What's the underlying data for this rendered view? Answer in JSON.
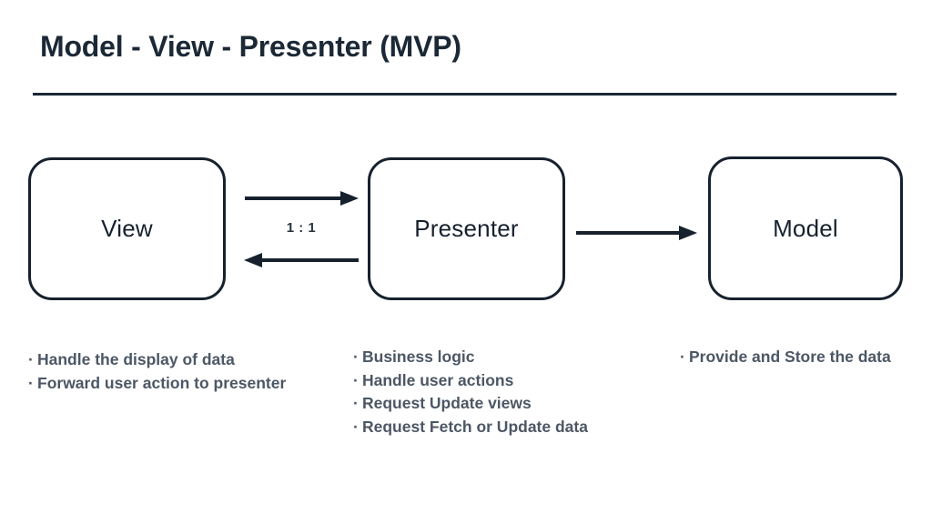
{
  "slide": {
    "title": "Model - View - Presenter (MVP)",
    "background_color": "#ffffff",
    "title_color": "#1b2836",
    "outline_color": "#17212e",
    "bullet_text_color": "#4c5765"
  },
  "nodes": [
    {
      "id": "view",
      "label": "View"
    },
    {
      "id": "presenter",
      "label": "Presenter"
    },
    {
      "id": "model",
      "label": "Model"
    }
  ],
  "connections": [
    {
      "id": "view-to-presenter",
      "from": "View",
      "to": "Presenter",
      "direction": "right",
      "label": "1 : 1"
    },
    {
      "id": "presenter-to-view",
      "from": "Presenter",
      "to": "View",
      "direction": "left",
      "label": "1 : 1"
    },
    {
      "id": "presenter-to-model",
      "from": "Presenter",
      "to": "Model",
      "direction": "right",
      "label": ""
    }
  ],
  "ratio_label": "1 : 1",
  "bullet_marker": "·",
  "responsibilities": {
    "view": [
      "Handle the display of data",
      "Forward user action to presenter"
    ],
    "presenter": [
      "Business logic",
      "Handle user actions",
      "Request Update views",
      "Request Fetch or Update data"
    ],
    "model": [
      "Provide and Store the data"
    ]
  }
}
